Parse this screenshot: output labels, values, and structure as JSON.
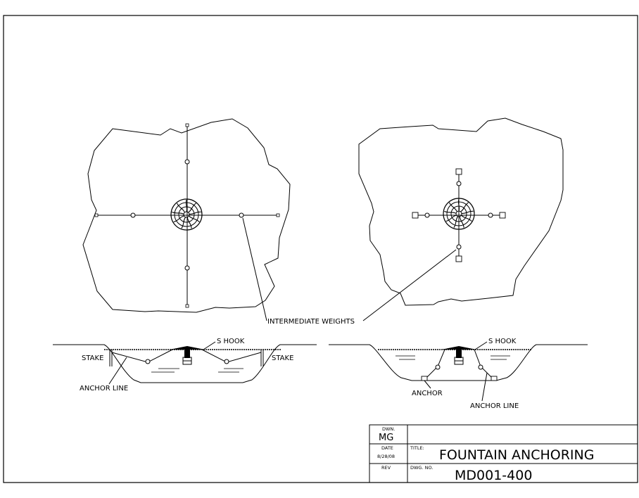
{
  "labels": {
    "intermediate_weights": "INTERMEDIATE WEIGHTS",
    "s_hook_left": "S HOOK",
    "s_hook_right": "S HOOK",
    "stake_left": "STAKE",
    "stake_right": "STAKE",
    "anchor_line_left": "ANCHOR LINE",
    "anchor_line_right": "ANCHOR LINE",
    "anchor": "ANCHOR"
  },
  "title_block": {
    "dwn_label": "DWN.",
    "dwn_value": "MG",
    "date_label": "DATE",
    "date_value": "8/28/08",
    "title_label": "TITLE:",
    "title_value": "FOUNTAIN ANCHORING",
    "rev_label": "REV",
    "dwg_label": "DWG. NO.",
    "dwg_value": "MD001-400"
  }
}
